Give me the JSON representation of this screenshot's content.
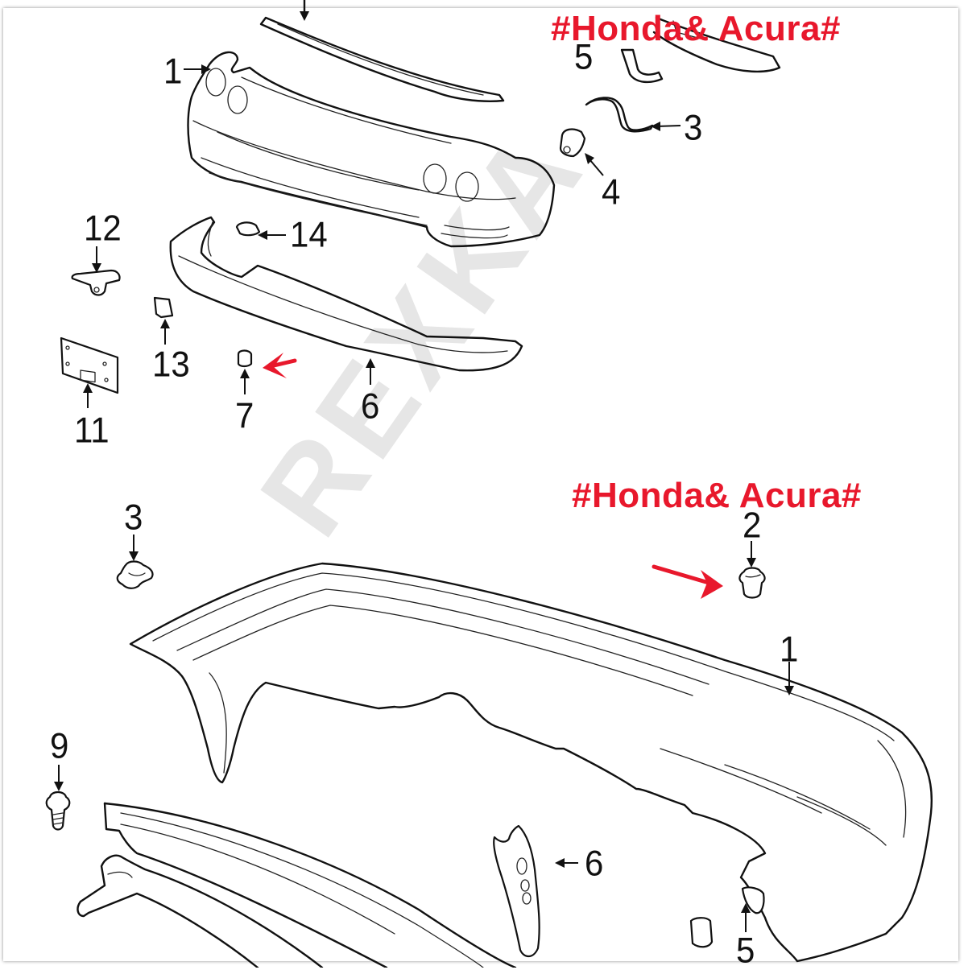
{
  "diagram": {
    "type": "exploded parts diagram",
    "subject": "front and rear bumper assemblies with fasteners",
    "brand_labels": [
      {
        "text": "#Honda& Acura#",
        "color": "#e8182c",
        "position": "top-right"
      },
      {
        "text": "#Honda& Acura#",
        "color": "#e8182c",
        "position": "middle-right"
      }
    ],
    "watermark": {
      "text": "REXKA",
      "color": "#c8c8c8",
      "angle": -55
    },
    "front_assembly": {
      "callouts": [
        {
          "id": "1",
          "part": "front bumper cover"
        },
        {
          "id": "3",
          "part": "bracket"
        },
        {
          "id": "4",
          "part": "bracket clip"
        },
        {
          "id": "5",
          "part": "reinforcement beam (partially hidden)"
        },
        {
          "id": "6",
          "part": "lower spoiler / valance"
        },
        {
          "id": "7",
          "part": "clip (highlighted)"
        },
        {
          "id": "11",
          "part": "license plate base"
        },
        {
          "id": "12",
          "part": "license bracket"
        },
        {
          "id": "13",
          "part": "nut"
        },
        {
          "id": "14",
          "part": "side marker / clip"
        }
      ]
    },
    "rear_assembly": {
      "callouts": [
        {
          "id": "1",
          "part": "rear bumper cover"
        },
        {
          "id": "2",
          "part": "push clip (highlighted)"
        },
        {
          "id": "3",
          "part": "push clip"
        },
        {
          "id": "5",
          "part": "clip"
        },
        {
          "id": "6",
          "part": "side bracket"
        },
        {
          "id": "9",
          "part": "bolt"
        }
      ]
    },
    "highlight_arrows": [
      {
        "target": "7",
        "color": "#e8182c"
      },
      {
        "target": "2",
        "color": "#e8182c"
      }
    ]
  },
  "labels": {
    "f1": "1",
    "f3": "3",
    "f4": "4",
    "f5": "5",
    "f6": "6",
    "f7": "7",
    "f11": "11",
    "f12": "12",
    "f13": "13",
    "f14": "14",
    "r1": "1",
    "r2": "2",
    "r3": "3",
    "r5": "5",
    "r6": "6",
    "r9": "9",
    "brand_top": "#Honda& Acura#",
    "brand_mid": "#Honda& Acura#",
    "watermark": "REXKA"
  }
}
